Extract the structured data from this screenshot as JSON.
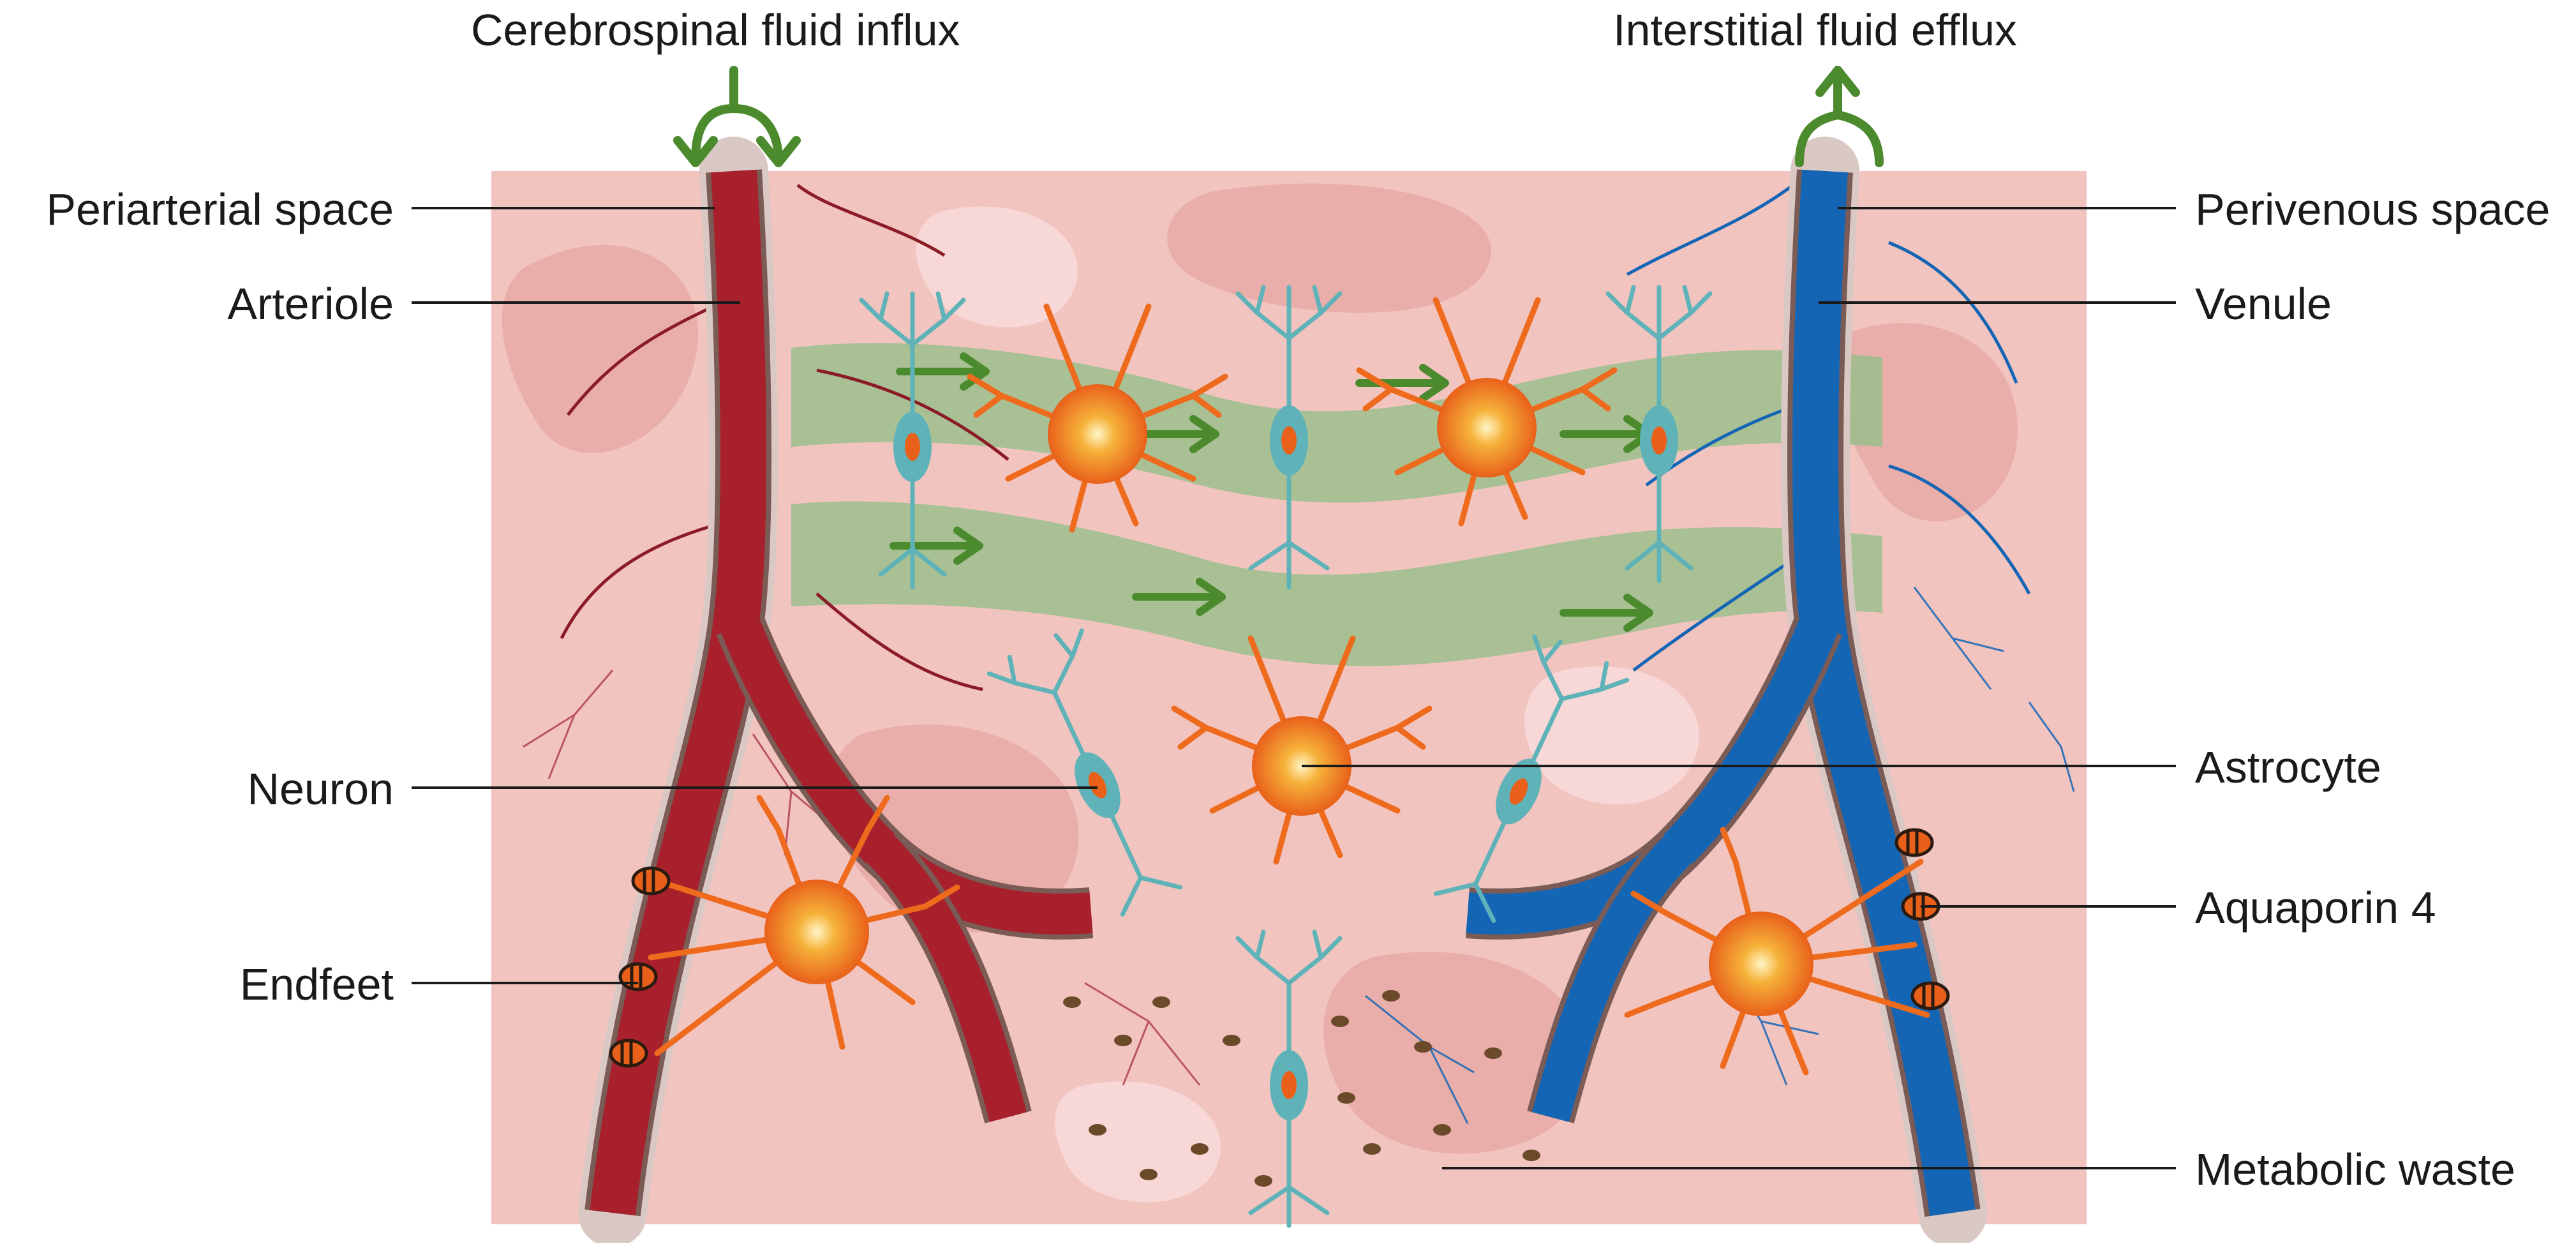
{
  "labels": {
    "top_left": "Cerebrospinal fluid influx",
    "top_right": "Interstitial fluid efflux",
    "left": [
      "Periarterial space",
      "Arteriole",
      "Neuron",
      "Endfeet"
    ],
    "right": [
      "Perivenous space",
      "Venule",
      "Astrocyte",
      "Aquaporin 4",
      "Metabolic waste"
    ]
  },
  "colors": {
    "tissue": "#f2c4c0",
    "tissue_patch": "#e8aaa6",
    "tissue_light": "#f8dcd9",
    "arteriole": "#a8202c",
    "venule": "#1565b5",
    "vessel_wall": "#7a5b55",
    "flow": "#4c8a2e",
    "flow_band": "#8fbf86",
    "neuron": "#5fb3b8",
    "astrocyte": "#ee6a1c",
    "waste": "#6b4a2a"
  }
}
